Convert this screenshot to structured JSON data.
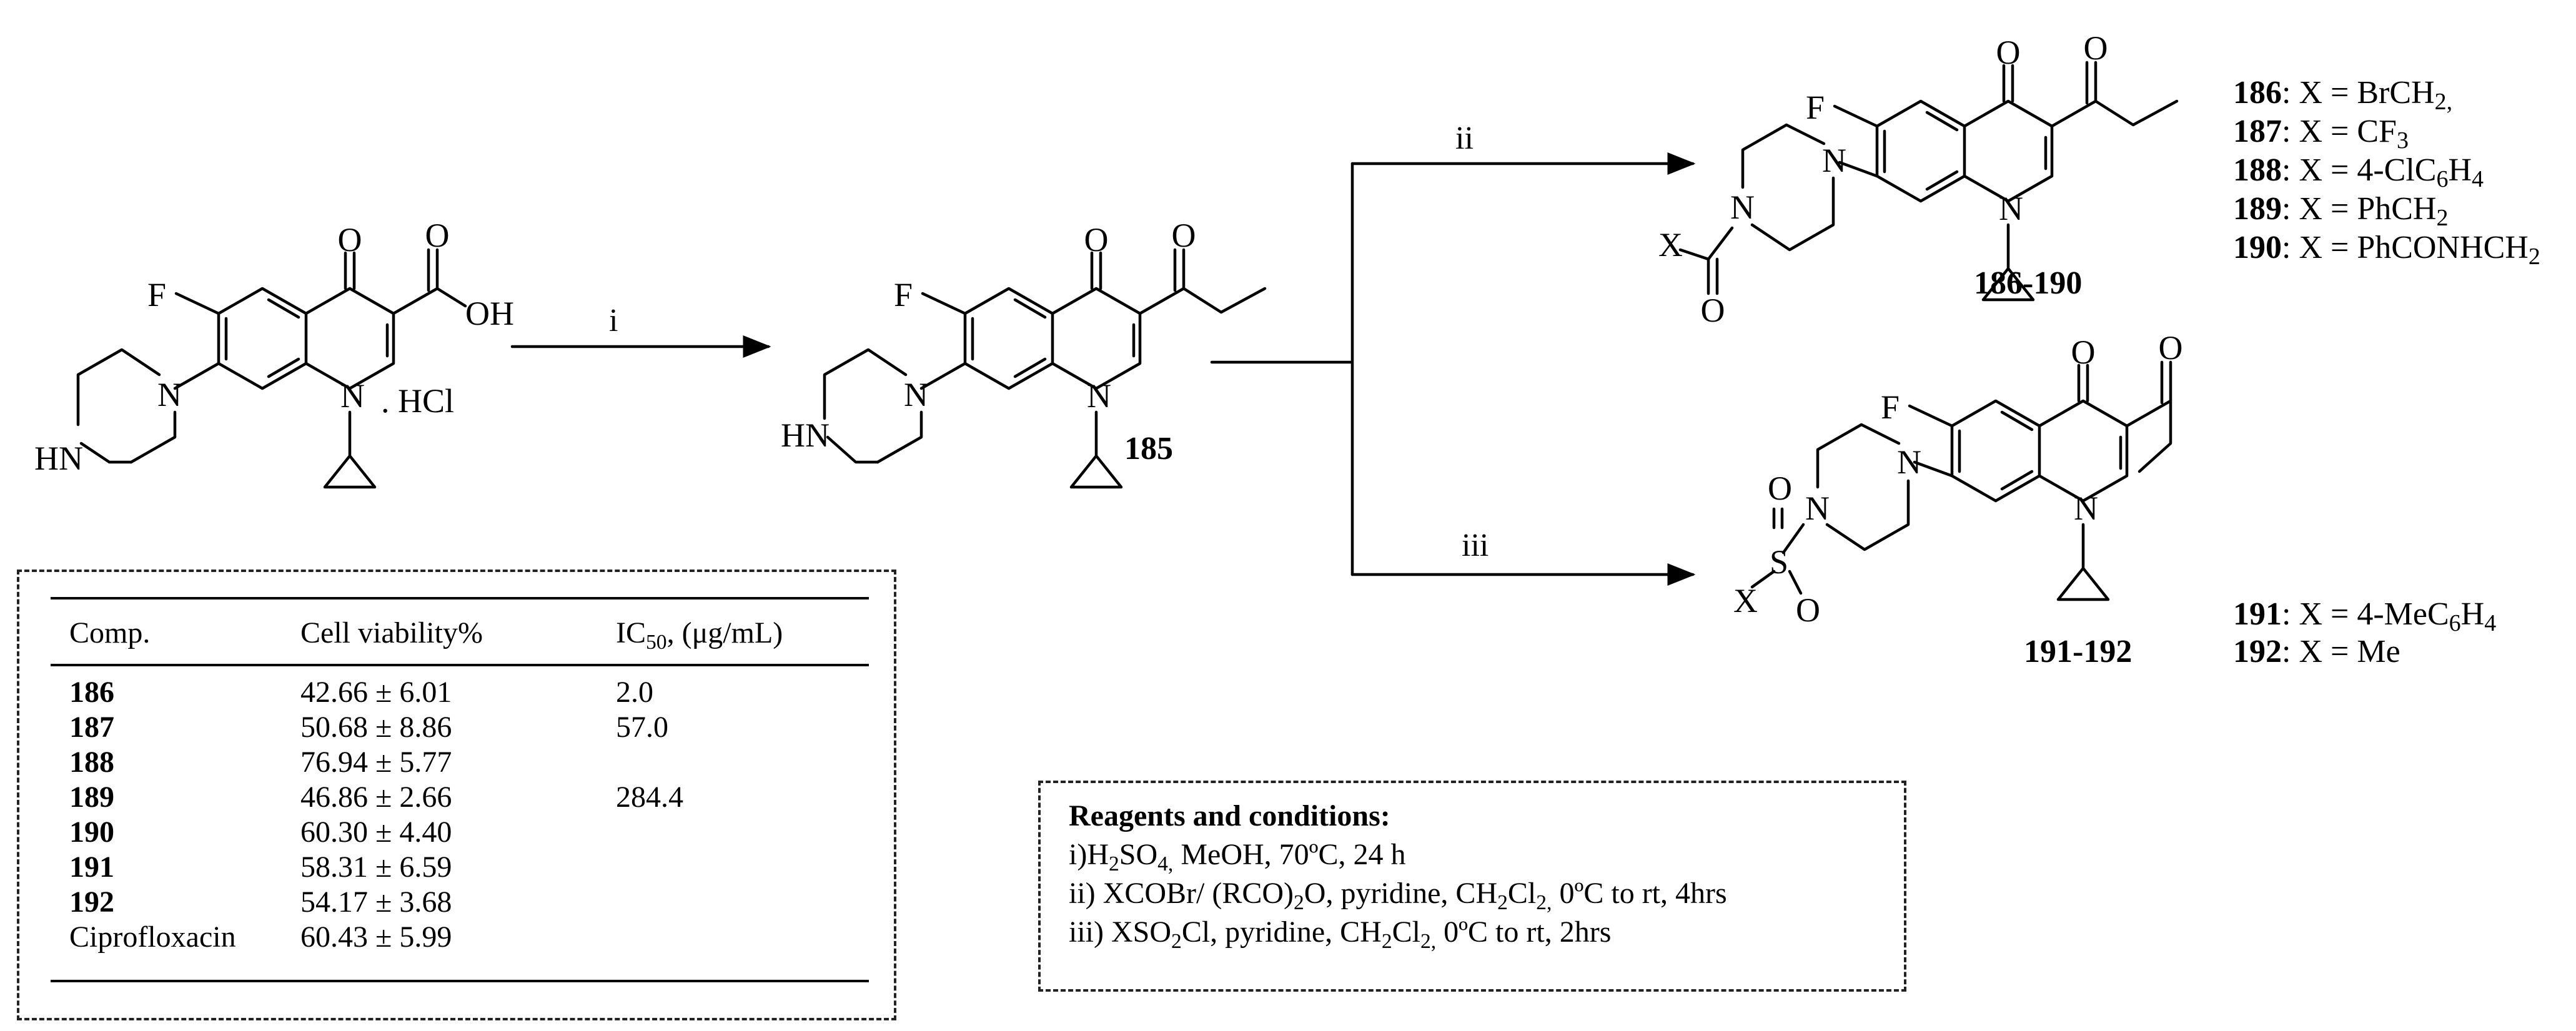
{
  "scheme": {
    "reaction_labels": {
      "i": "i",
      "ii": "ii",
      "iii": "iii"
    },
    "compound_labels": {
      "c185": "185",
      "c186_190": "186-190",
      "c191_192": "191-192"
    },
    "salt": ". HCl",
    "atoms": {
      "F": "F",
      "O": "O",
      "N": "N",
      "HN": "HN",
      "OH": "OH",
      "X": "X",
      "S": "S"
    }
  },
  "substituents_a": [
    {
      "id": "186",
      "formula": ": X = BrCH",
      "sub": "2,",
      "tail": "",
      "sub2": ""
    },
    {
      "id": "187",
      "formula": ": X =  CF",
      "sub": "3",
      "tail": "",
      "sub2": ""
    },
    {
      "id": "188",
      "formula": ": X = 4-ClC",
      "sub": "6",
      "tail": "H",
      "sub2": "4"
    },
    {
      "id": "189",
      "formula": ": X = PhCH",
      "sub": "2",
      "tail": "",
      "sub2": ""
    },
    {
      "id": "190",
      "formula": ": X = PhCONHCH",
      "sub": "2",
      "tail": "",
      "sub2": ""
    }
  ],
  "substituents_b": [
    {
      "id": "191",
      "formula": ":  X = 4-MeC",
      "sub": "6",
      "tail": "H",
      "sub2": "4"
    },
    {
      "id": "192",
      "formula": ":  X = Me",
      "sub": "",
      "tail": "",
      "sub2": ""
    }
  ],
  "table": {
    "headers": {
      "comp": "Comp.",
      "viability": "Cell viability%",
      "ic50_pre": "IC",
      "ic50_sub": "50",
      "ic50_post": ", (μg/mL)"
    },
    "rows": [
      {
        "comp": "186",
        "viability": "42.66 ± 6.01",
        "ic50": "2.0"
      },
      {
        "comp": "187",
        "viability": "50.68 ± 8.86",
        "ic50": "57.0"
      },
      {
        "comp": "188",
        "viability": "76.94 ± 5.77",
        "ic50": ""
      },
      {
        "comp": "189",
        "viability": "46.86 ± 2.66",
        "ic50": "284.4"
      },
      {
        "comp": "190",
        "viability": "60.30 ± 4.40",
        "ic50": ""
      },
      {
        "comp": "191",
        "viability": "58.31 ± 6.59",
        "ic50": ""
      },
      {
        "comp": "192",
        "viability": "54.17 ± 3.68",
        "ic50": ""
      },
      {
        "comp": "Ciprofloxacin",
        "viability": "60.43 ± 5.99",
        "ic50": ""
      }
    ]
  },
  "reagents": {
    "title": "Reagents and conditions:",
    "line1": {
      "a": "i)H",
      "s1": "2",
      "b": "SO",
      "s2": "4,",
      "c": " MeOH, 70ºC, 24 h"
    },
    "line2": {
      "a": "ii) XCOBr/ (RCO)",
      "s1": "2",
      "b": "O, pyridine, CH",
      "s2": "2",
      "c": "Cl",
      "s3": "2,",
      "d": " 0ºC to rt, 4hrs"
    },
    "line3": {
      "a": "iii) XSO",
      "s1": "2",
      "b": "Cl, pyridine, CH",
      "s2": "2",
      "c": "Cl",
      "s3": "2,",
      "d": " 0ºC to rt, 2hrs"
    }
  }
}
